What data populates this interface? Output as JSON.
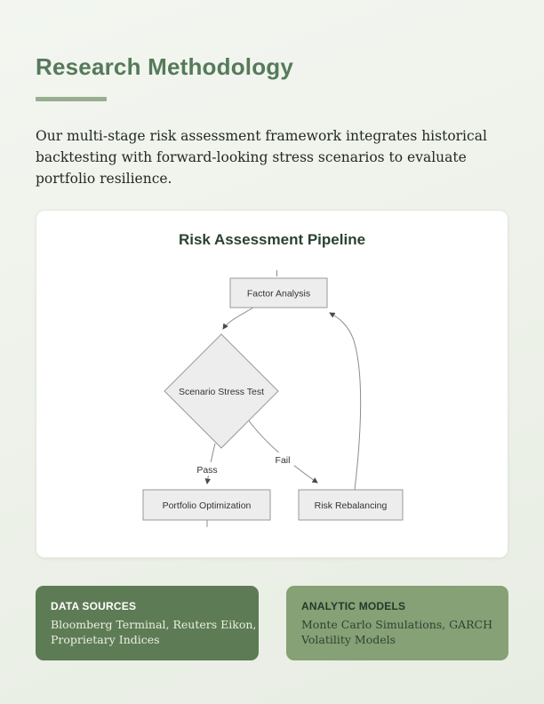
{
  "page": {
    "title": "Research Methodology",
    "intro_lines": [
      "Our multi-stage risk assessment framework integrates historical",
      "backtesting with forward-looking stress scenarios to evaluate",
      "portfolio resilience."
    ]
  },
  "diagram": {
    "title": "Risk Assessment Pipeline",
    "nodes": {
      "factor_analysis": "Factor Analysis",
      "scenario_stress_test": "Scenario Stress Test",
      "portfolio_optimization": "Portfolio Optimization",
      "risk_rebalancing": "Risk Rebalancing"
    },
    "edge_labels": {
      "pass": "Pass",
      "fail": "Fail"
    }
  },
  "info_cards": [
    {
      "heading": "DATA SOURCES",
      "body_lines": [
        "Bloomberg Terminal, Reuters Eikon,",
        "Proprietary Indices"
      ]
    },
    {
      "heading": "ANALYTIC MODELS",
      "body_lines": [
        "Monte Carlo Simulations, GARCH",
        "Volatility Models"
      ]
    }
  ],
  "colors": {
    "page_background": "#eef2ea",
    "title_green": "#567a5a",
    "underline_green": "#97ae90",
    "diagram_card_background": "#ffffff",
    "dark_green_heading": "#2b4230",
    "node_fill": "#ededed",
    "node_border": "#999999",
    "edge_gray": "#8c8c8c",
    "data_sources_card_background": "#5d7c55",
    "analytic_models_card_background": "#85a175"
  }
}
